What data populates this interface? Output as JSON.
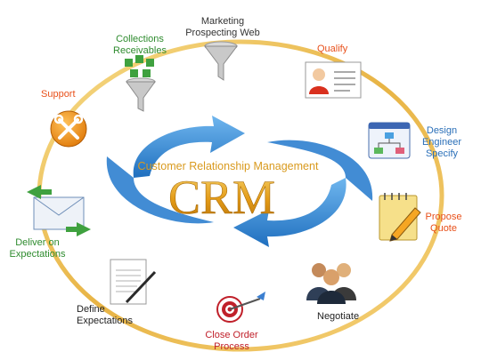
{
  "center": {
    "subtitle": "Customer Relationship Management",
    "logo_text": "CRM"
  },
  "stages": [
    {
      "id": "marketing",
      "label": "Marketing\nProspecting Web",
      "color": "#333333",
      "icon": "funnel-icon"
    },
    {
      "id": "qualify",
      "label": "Qualify",
      "color": "#e8501a",
      "icon": "profile-card-icon"
    },
    {
      "id": "design",
      "label": "Design\nEngineer\nSpecify",
      "color": "#2a6fb8",
      "icon": "flowchart-window-icon"
    },
    {
      "id": "propose",
      "label": "Propose\nQuote",
      "color": "#e8501a",
      "icon": "notepad-pencil-icon"
    },
    {
      "id": "negotiate",
      "label": "Negotiate",
      "color": "#222222",
      "icon": "people-group-icon"
    },
    {
      "id": "close",
      "label": "Close Order\nProcess",
      "color": "#c0202a",
      "icon": "target-dart-icon"
    },
    {
      "id": "define",
      "label": "Define\nExpectations",
      "color": "#222222",
      "icon": "document-pen-icon"
    },
    {
      "id": "deliver",
      "label": "Deliver on\nExpectations",
      "color": "#2e8b2e",
      "icon": "mail-arrows-icon"
    },
    {
      "id": "support",
      "label": "Support",
      "color": "#e8501a",
      "icon": "tools-icon"
    },
    {
      "id": "collections",
      "label": "Collections\nReceivables",
      "color": "#2e8b2e",
      "icon": "money-funnel-icon"
    }
  ],
  "colors": {
    "ring": "#e8b84a",
    "arrow": "#3b8fd6",
    "logo": "#e3a21a"
  }
}
